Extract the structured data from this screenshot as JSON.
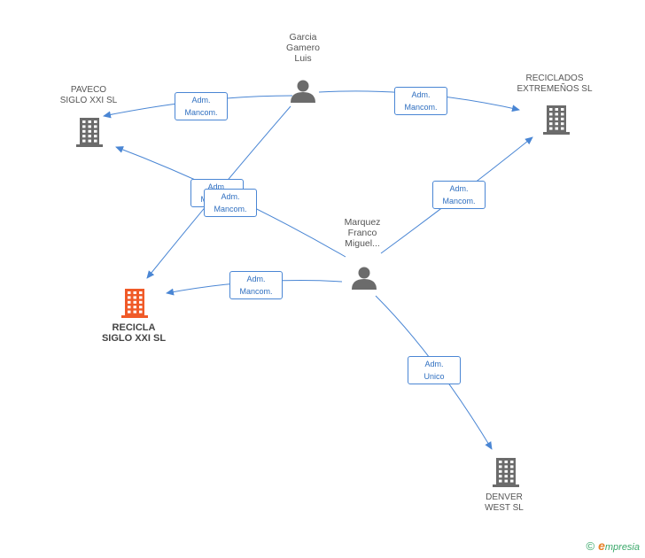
{
  "nodes": {
    "garcia": {
      "label": "Garcia\nGamero\nLuis",
      "kind": "person"
    },
    "marquez": {
      "label": "Marquez\nFranco\nMiguel...",
      "kind": "person"
    },
    "paveco": {
      "label": "PAVECO\nSIGLO XXI SL",
      "kind": "company"
    },
    "reciclados": {
      "label": "RECICLADOS\nEXTREMEÑOS SL",
      "kind": "company"
    },
    "recicla": {
      "label": "RECICLA\nSIGLO XXI SL",
      "kind": "company-focus"
    },
    "denver": {
      "label": "DENVER\nWEST SL",
      "kind": "company"
    }
  },
  "edges": [
    {
      "from": "garcia",
      "to": "paveco",
      "label": "Adm.\nMancom."
    },
    {
      "from": "garcia",
      "to": "reciclados",
      "label": "Adm.\nMancom."
    },
    {
      "from": "garcia",
      "to": "recicla",
      "label": "Adm.\nMancom."
    },
    {
      "from": "marquez",
      "to": "paveco",
      "label": "Adm.\nMancom."
    },
    {
      "from": "marquez",
      "to": "reciclados",
      "label": "Adm.\nMancom."
    },
    {
      "from": "marquez",
      "to": "recicla",
      "label": "Adm.\nMancom."
    },
    {
      "from": "marquez",
      "to": "denver",
      "label": "Adm.\nUnico"
    }
  ],
  "colors": {
    "edge": "#4a86d4",
    "person_icon": "#6b6b6b",
    "company_icon": "#6b6b6b",
    "focus_icon": "#f05a28"
  },
  "footer": {
    "copyright": "©",
    "brand_initial": "e",
    "brand_rest": "mpresia"
  }
}
